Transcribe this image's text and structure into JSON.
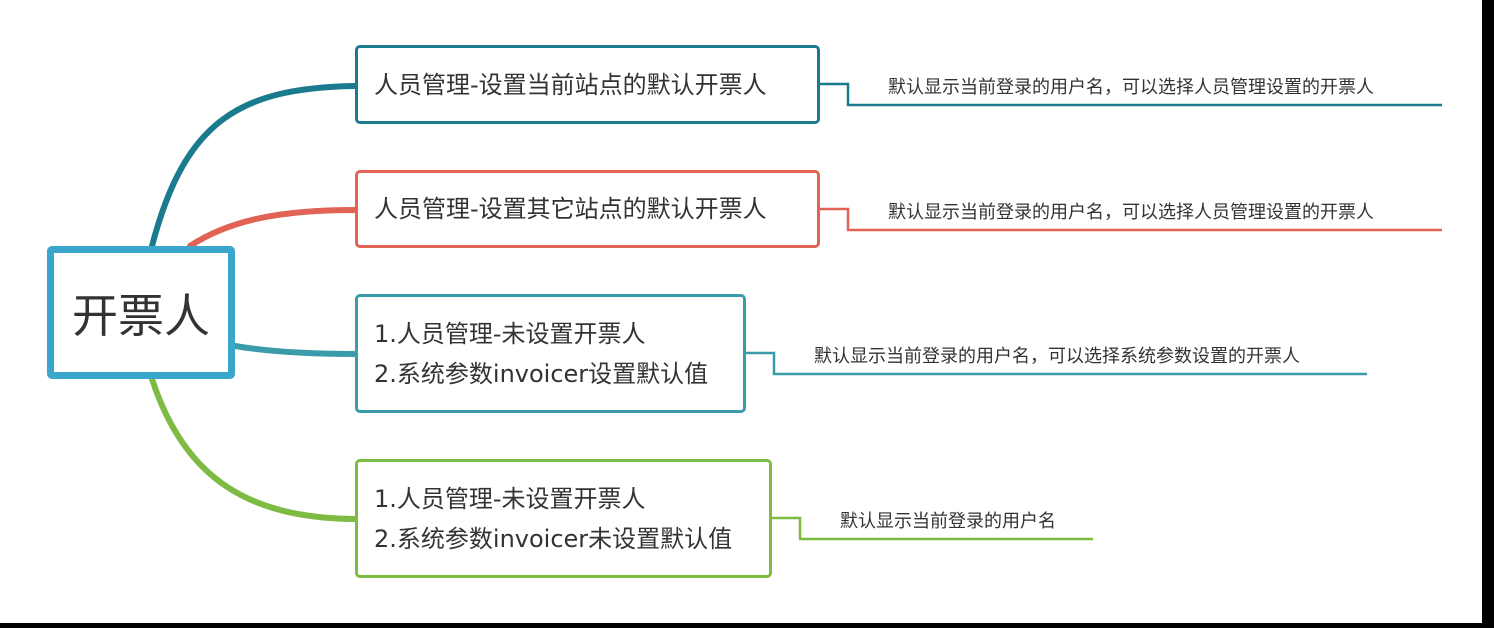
{
  "colors": {
    "root": "#3aa6cc",
    "branch1": "#1a7b8e",
    "branch2": "#e06356",
    "branch3": "#3a9bab",
    "branch4": "#7dbb43"
  },
  "root": {
    "label": "开票人"
  },
  "branches": [
    {
      "lines": [
        "人员管理-设置当前站点的默认开票人"
      ],
      "leaf": "默认显示当前登录的用户名，可以选择人员管理设置的开票人"
    },
    {
      "lines": [
        "人员管理-设置其它站点的默认开票人"
      ],
      "leaf": "默认显示当前登录的用户名，可以选择人员管理设置的开票人"
    },
    {
      "lines": [
        "1.人员管理-未设置开票人",
        "2.系统参数invoicer设置默认值"
      ],
      "leaf": "默认显示当前登录的用户名，可以选择系统参数设置的开票人"
    },
    {
      "lines": [
        "1.人员管理-未设置开票人",
        "2.系统参数invoicer未设置默认值"
      ],
      "leaf": "默认显示当前登录的用户名"
    }
  ]
}
